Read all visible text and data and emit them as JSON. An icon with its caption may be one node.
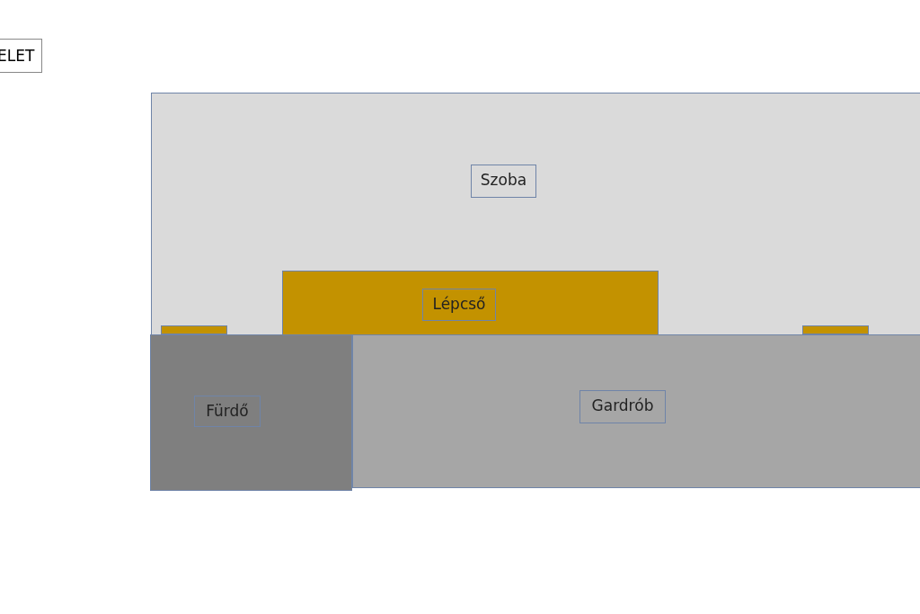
{
  "diagram": {
    "nodes": [
      {
        "text": [
          "Szoba"
        ]
      },
      {
        "text": [
          "Lépcső"
        ],
        "in": 0
      },
      {
        "text": [],
        "shape": "bar",
        "in": 0
      },
      {
        "text": [],
        "shape": "bar",
        "in": 0
      },
      {
        "text": [
          "Fürdő"
        ]
      },
      {
        "text": [
          "Gardrób"
        ]
      }
    ],
    "labels": [
      "ELET"
    ]
  }
}
